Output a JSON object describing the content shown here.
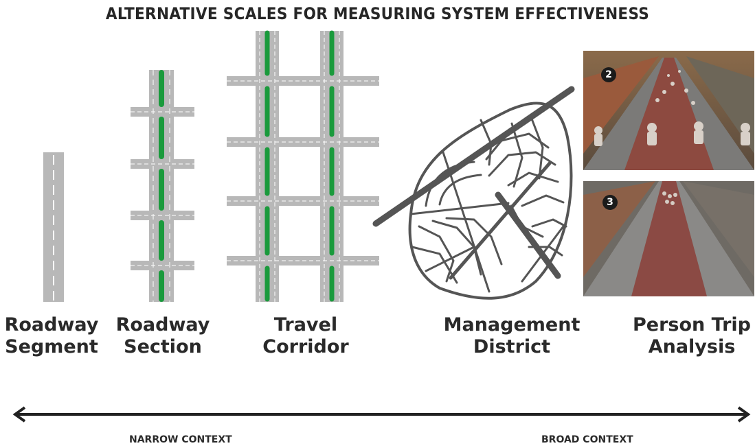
{
  "title": "ALTERNATIVE SCALES FOR MEASURING SYSTEM EFFECTIVENESS",
  "scales": [
    {
      "line1": "Roadway",
      "line2": "Segment"
    },
    {
      "line1": "Roadway",
      "line2": "Section"
    },
    {
      "line1": "Travel",
      "line2": "Corridor"
    },
    {
      "line1": "Management",
      "line2": "District"
    },
    {
      "line1": "Person Trip",
      "line2": "Analysis"
    }
  ],
  "axis": {
    "left_label": "NARROW CONTEXT",
    "right_label": "BROAD CONTEXT"
  },
  "photos": [
    {
      "number": "2"
    },
    {
      "number": "3"
    }
  ],
  "colors": {
    "road": "#b8b8b8",
    "median": "#1a9a3c",
    "street": "#555555",
    "axis": "#222222"
  }
}
